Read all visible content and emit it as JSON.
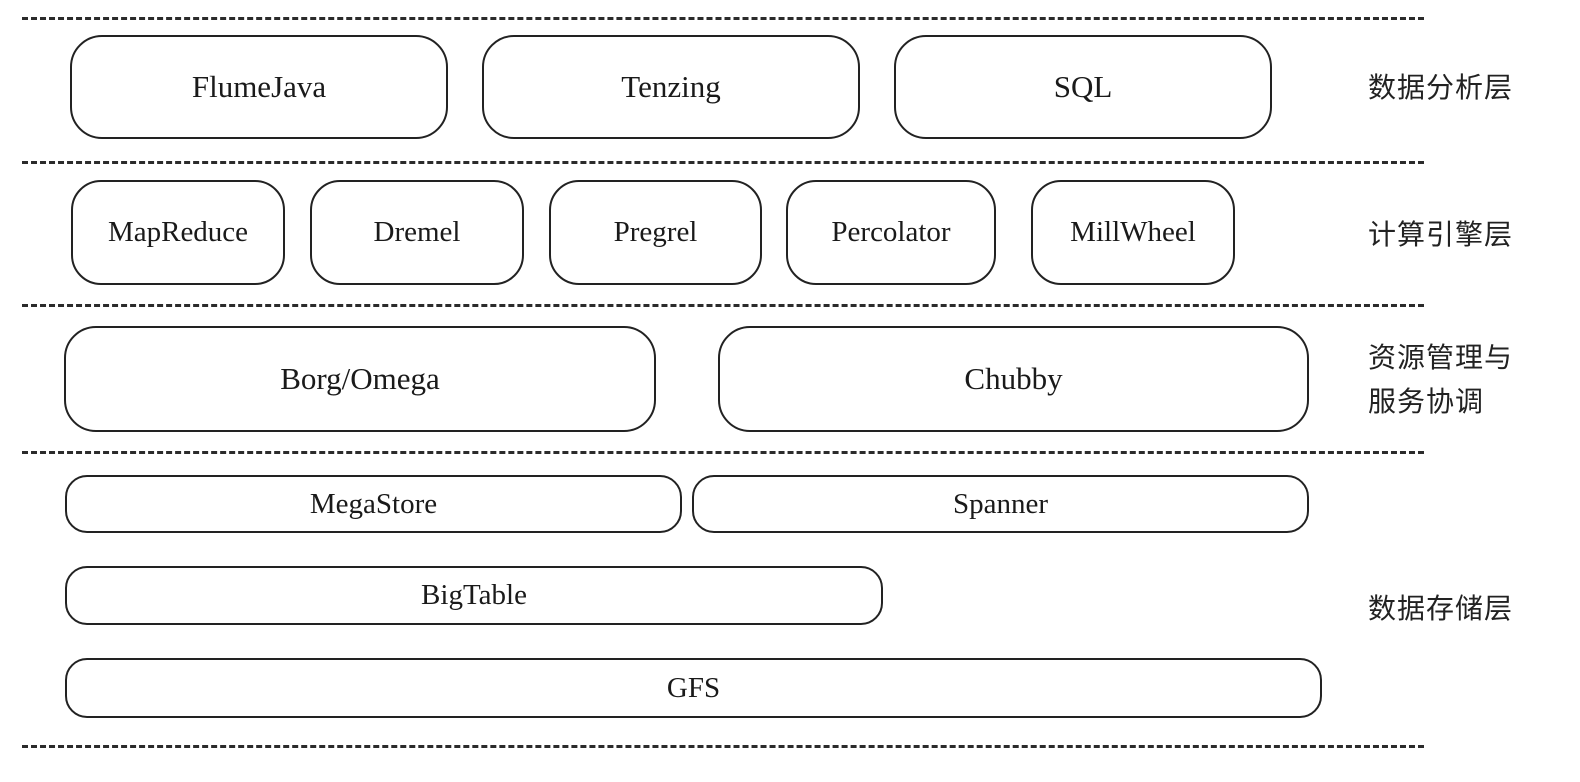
{
  "layers": {
    "analysis": {
      "label": "数据分析层",
      "items": [
        "FlumeJava",
        "Tenzing",
        "SQL"
      ]
    },
    "engine": {
      "label": "计算引擎层",
      "items": [
        "MapReduce",
        "Dremel",
        "Pregrel",
        "Percolator",
        "MillWheel"
      ]
    },
    "resource": {
      "label_line1": "资源管理与",
      "label_line2": "服务协调",
      "items": [
        "Borg/Omega",
        "Chubby"
      ]
    },
    "storage": {
      "label": "数据存储层",
      "items": [
        "MegaStore",
        "Spanner",
        "BigTable",
        "GFS"
      ]
    }
  },
  "colors": {
    "stroke": "#222222",
    "background": "#ffffff"
  }
}
